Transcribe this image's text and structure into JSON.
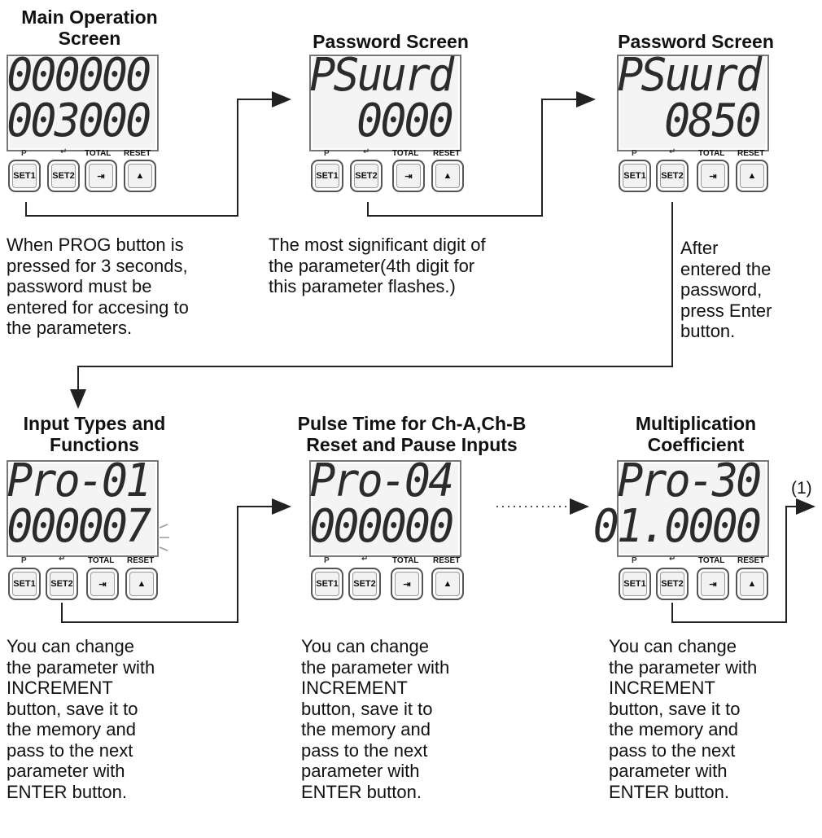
{
  "steps": [
    {
      "title": "Main Operation\nScreen",
      "row1": "000000",
      "row2": "003000",
      "desc": "When PROG button is\npressed for 3 seconds,\npassword must be\nentered for accesing to\nthe parameters."
    },
    {
      "title": "Password Screen",
      "row1": "PSuurd",
      "row2": "0000",
      "desc": "The most significant digit of\nthe parameter(4th digit for\nthis parameter flashes.)"
    },
    {
      "title": "Password Screen",
      "row1": "PSuurd",
      "row2": "0850",
      "desc": "After\nentered the\npassword,\npress Enter\nbutton."
    },
    {
      "title": "Input Types and\nFunctions",
      "row1": "Pro-01",
      "row2": "000007",
      "desc": "You can change\nthe parameter with\nINCREMENT\nbutton, save it to\nthe memory and\npass to the next\nparameter with\nENTER button."
    },
    {
      "title": "Pulse Time for Ch-A,Ch-B\nReset and Pause Inputs",
      "row1": "Pro-04",
      "row2": "000000",
      "desc": "You can change\nthe parameter with\nINCREMENT\nbutton, save it to\nthe memory and\npass to the next\nparameter with\nENTER button."
    },
    {
      "title": "Multiplication\nCoefficient",
      "row1": "Pro-30",
      "row2": "01.0000",
      "desc": "You can change\nthe parameter with\nINCREMENT\nbutton, save it to\nthe memory and\npass to the next\nparameter with\nENTER button."
    }
  ],
  "buttons": {
    "set1": "SET1",
    "set2": "SET2",
    "total": "TOTAL",
    "reset": "RESET",
    "p_mark": "P"
  },
  "continuation_label": "(1)",
  "colors": {
    "line": "#222222",
    "lcd_border": "#777777",
    "segment": "#2b2b2b"
  },
  "icons": [
    "enter-icon",
    "total-icon",
    "increment-icon",
    "flash-icon"
  ]
}
